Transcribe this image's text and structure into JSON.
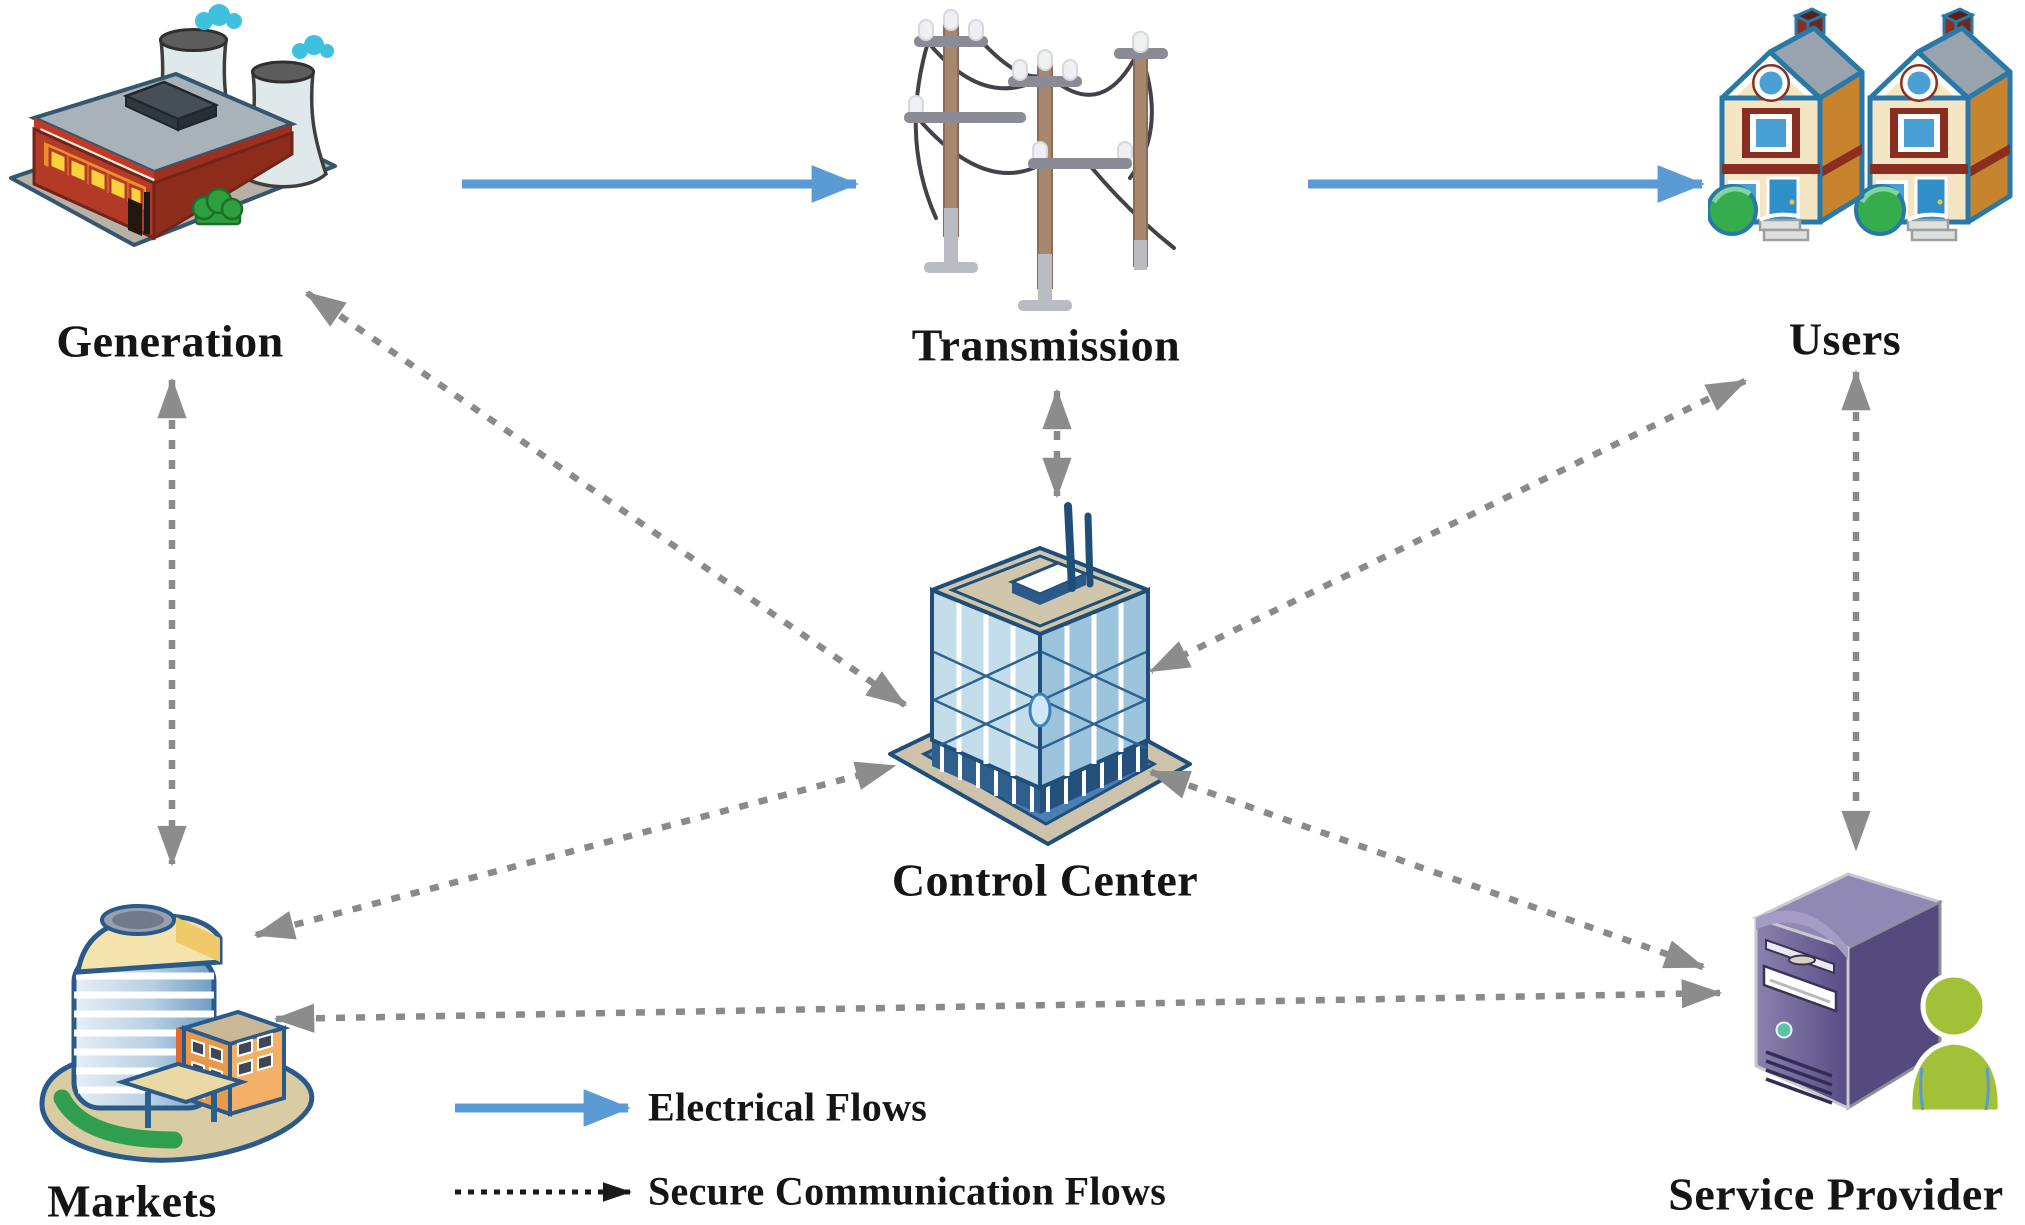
{
  "diagram": {
    "nodes": {
      "generation": {
        "label": "Generation",
        "icon": "power-plant-icon"
      },
      "transmission": {
        "label": "Transmission",
        "icon": "power-lines-icon"
      },
      "users": {
        "label": "Users",
        "icon": "houses-icon"
      },
      "control_center": {
        "label": "Control Center",
        "icon": "office-tower-icon"
      },
      "markets": {
        "label": "Markets",
        "icon": "market-building-icon"
      },
      "service_provider": {
        "label": "Service Provider",
        "icon": "server-person-icon"
      }
    },
    "legend": {
      "electrical": {
        "label": "Electrical Flows"
      },
      "secure_communication": {
        "label": "Secure Communication Flows"
      }
    },
    "colors": {
      "electrical_flow": "#5b9bd5",
      "communication_flow": "#8a8a8a",
      "legend_communication_flow": "#1a1a1a",
      "label_text": "#151515"
    },
    "flows": {
      "electrical": [
        "Generation → Transmission",
        "Transmission → Users"
      ],
      "secure_communication": [
        "Generation ↔ Markets",
        "Generation ↔ Control Center",
        "Transmission ↔ Control Center",
        "Users ↔ Control Center",
        "Users ↔ Service Provider",
        "Markets ↔ Control Center",
        "Markets ↔ Service Provider",
        "Control Center ↔ Service Provider"
      ]
    }
  }
}
